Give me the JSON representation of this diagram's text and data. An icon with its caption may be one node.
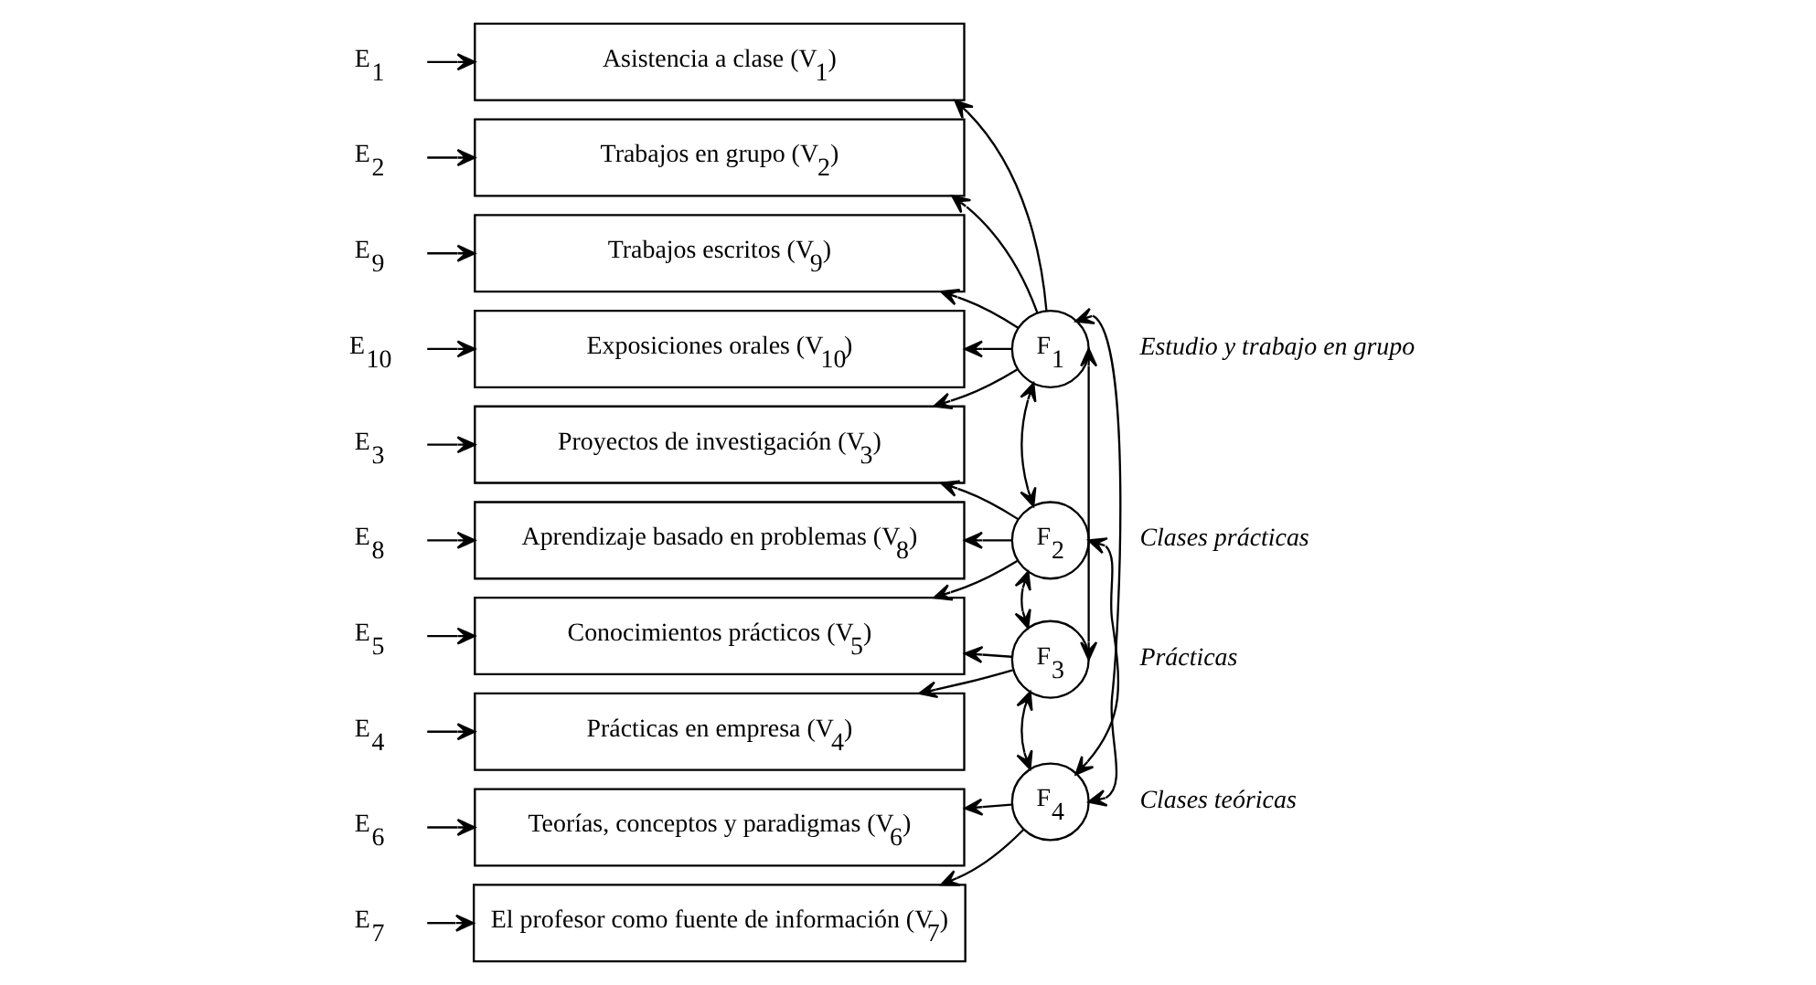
{
  "diagram": {
    "nodes": [
      {
        "text": [
          "E$_{1}$"
        ]
      },
      {
        "text": [
          "Asistencia a clase (V$_{1}$)"
        ]
      },
      {
        "text": [
          "E$_{2}$"
        ]
      },
      {
        "text": [
          "Trabajos en grupo (V$_{2}$)"
        ]
      },
      {
        "text": [
          "E$_{9}$"
        ]
      },
      {
        "text": [
          "Trabajos escritos (V$_{9}$)"
        ]
      },
      {
        "text": [
          "E$_{10}$"
        ]
      },
      {
        "text": [
          "Exposiciones orales (V$_{10}$)"
        ]
      },
      {
        "text": [
          "E$_{3}$"
        ]
      },
      {
        "text": [
          "Proyectos de investigación (V$_{3}$)"
        ]
      },
      {
        "text": [
          "E$_{8}$"
        ]
      },
      {
        "text": [
          "Aprendizaje basado en problemas (V$_{8}$)"
        ]
      },
      {
        "text": [
          "E$_{5}$"
        ]
      },
      {
        "text": [
          "Conocimientos prácticos (V$_{5}$)"
        ]
      },
      {
        "text": [
          "E$_{4}$"
        ]
      },
      {
        "text": [
          "Prácticas en empresa (V$_{4}$)"
        ]
      },
      {
        "text": [
          "E$_{6}$"
        ]
      },
      {
        "text": [
          "Teorías, conceptos y paradigmas (V$_{6}$)"
        ]
      },
      {
        "text": [
          "E$_{7}$"
        ]
      },
      {
        "text": [
          "El profesor como fuente de información (V$_{7}$)"
        ]
      },
      {
        "text": [
          "F$_{1}$"
        ],
        "beside": [
          "Estudio y trabajo en grupo"
        ]
      },
      {
        "text": [
          "F$_{2}$"
        ],
        "beside": [
          "Clases prácticas"
        ]
      },
      {
        "text": [
          "F$_{3}$"
        ],
        "beside": [
          "Prácticas"
        ]
      },
      {
        "text": [
          "F$_{4}$"
        ],
        "beside": [
          "Clases teóricas"
        ]
      }
    ],
    "edges": [
      {
        "from": 0,
        "to": 1,
        "arrow": "to"
      },
      {
        "from": 2,
        "to": 3,
        "arrow": "to"
      },
      {
        "from": 4,
        "to": 5,
        "arrow": "to"
      },
      {
        "from": 6,
        "to": 7,
        "arrow": "to"
      },
      {
        "from": 8,
        "to": 9,
        "arrow": "to"
      },
      {
        "from": 10,
        "to": 11,
        "arrow": "to"
      },
      {
        "from": 12,
        "to": 13,
        "arrow": "to"
      },
      {
        "from": 14,
        "to": 15,
        "arrow": "to"
      },
      {
        "from": 16,
        "to": 17,
        "arrow": "to"
      },
      {
        "from": 18,
        "to": 19,
        "arrow": "to"
      },
      {
        "from": 20,
        "to": 1,
        "arrow": "to"
      },
      {
        "from": 20,
        "to": 3,
        "arrow": "to"
      },
      {
        "from": 20,
        "to": 5,
        "arrow": "to"
      },
      {
        "from": 20,
        "to": 7,
        "arrow": "to"
      },
      {
        "from": 20,
        "to": 9,
        "arrow": "to"
      },
      {
        "from": 21,
        "to": 9,
        "arrow": "to"
      },
      {
        "from": 21,
        "to": 11,
        "arrow": "to"
      },
      {
        "from": 21,
        "to": 13,
        "arrow": "to"
      },
      {
        "from": 22,
        "to": 13,
        "arrow": "to"
      },
      {
        "from": 22,
        "to": 15,
        "arrow": "to"
      },
      {
        "from": 23,
        "to": 17,
        "arrow": "to"
      },
      {
        "from": 23,
        "to": 19,
        "arrow": "to"
      },
      {
        "from": 20,
        "to": 21,
        "arrow": "both"
      },
      {
        "from": 21,
        "to": 22,
        "arrow": "both"
      },
      {
        "from": 22,
        "to": 23,
        "arrow": "both"
      },
      {
        "from": 20,
        "to": 22,
        "arrow": "both"
      },
      {
        "from": 20,
        "to": 23,
        "arrow": "both"
      },
      {
        "from": 21,
        "to": 23,
        "arrow": "both"
      }
    ]
  }
}
